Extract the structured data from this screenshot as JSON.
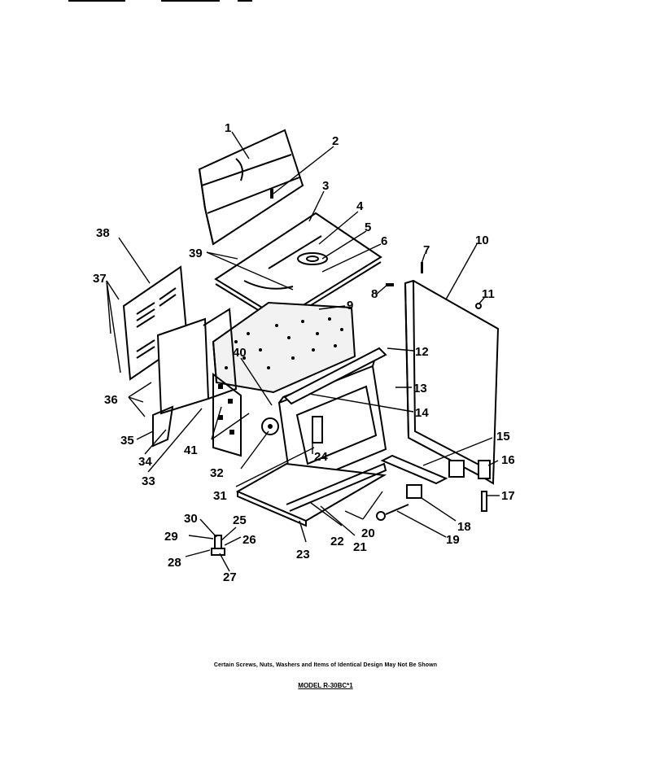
{
  "diagram": {
    "callouts": [
      "1",
      "2",
      "3",
      "4",
      "5",
      "6",
      "7",
      "8",
      "9",
      "10",
      "11",
      "12",
      "13",
      "14",
      "15",
      "16",
      "17",
      "18",
      "19",
      "20",
      "21",
      "22",
      "23",
      "24",
      "25",
      "26",
      "27",
      "28",
      "29",
      "30",
      "31",
      "32",
      "33",
      "34",
      "35",
      "36",
      "37",
      "38",
      "39",
      "40",
      "41"
    ],
    "note": "Certain Screws, Nuts, Washers and Items of Identical Design May Not Be Shown",
    "model": "MODEL R-30BC*1"
  }
}
